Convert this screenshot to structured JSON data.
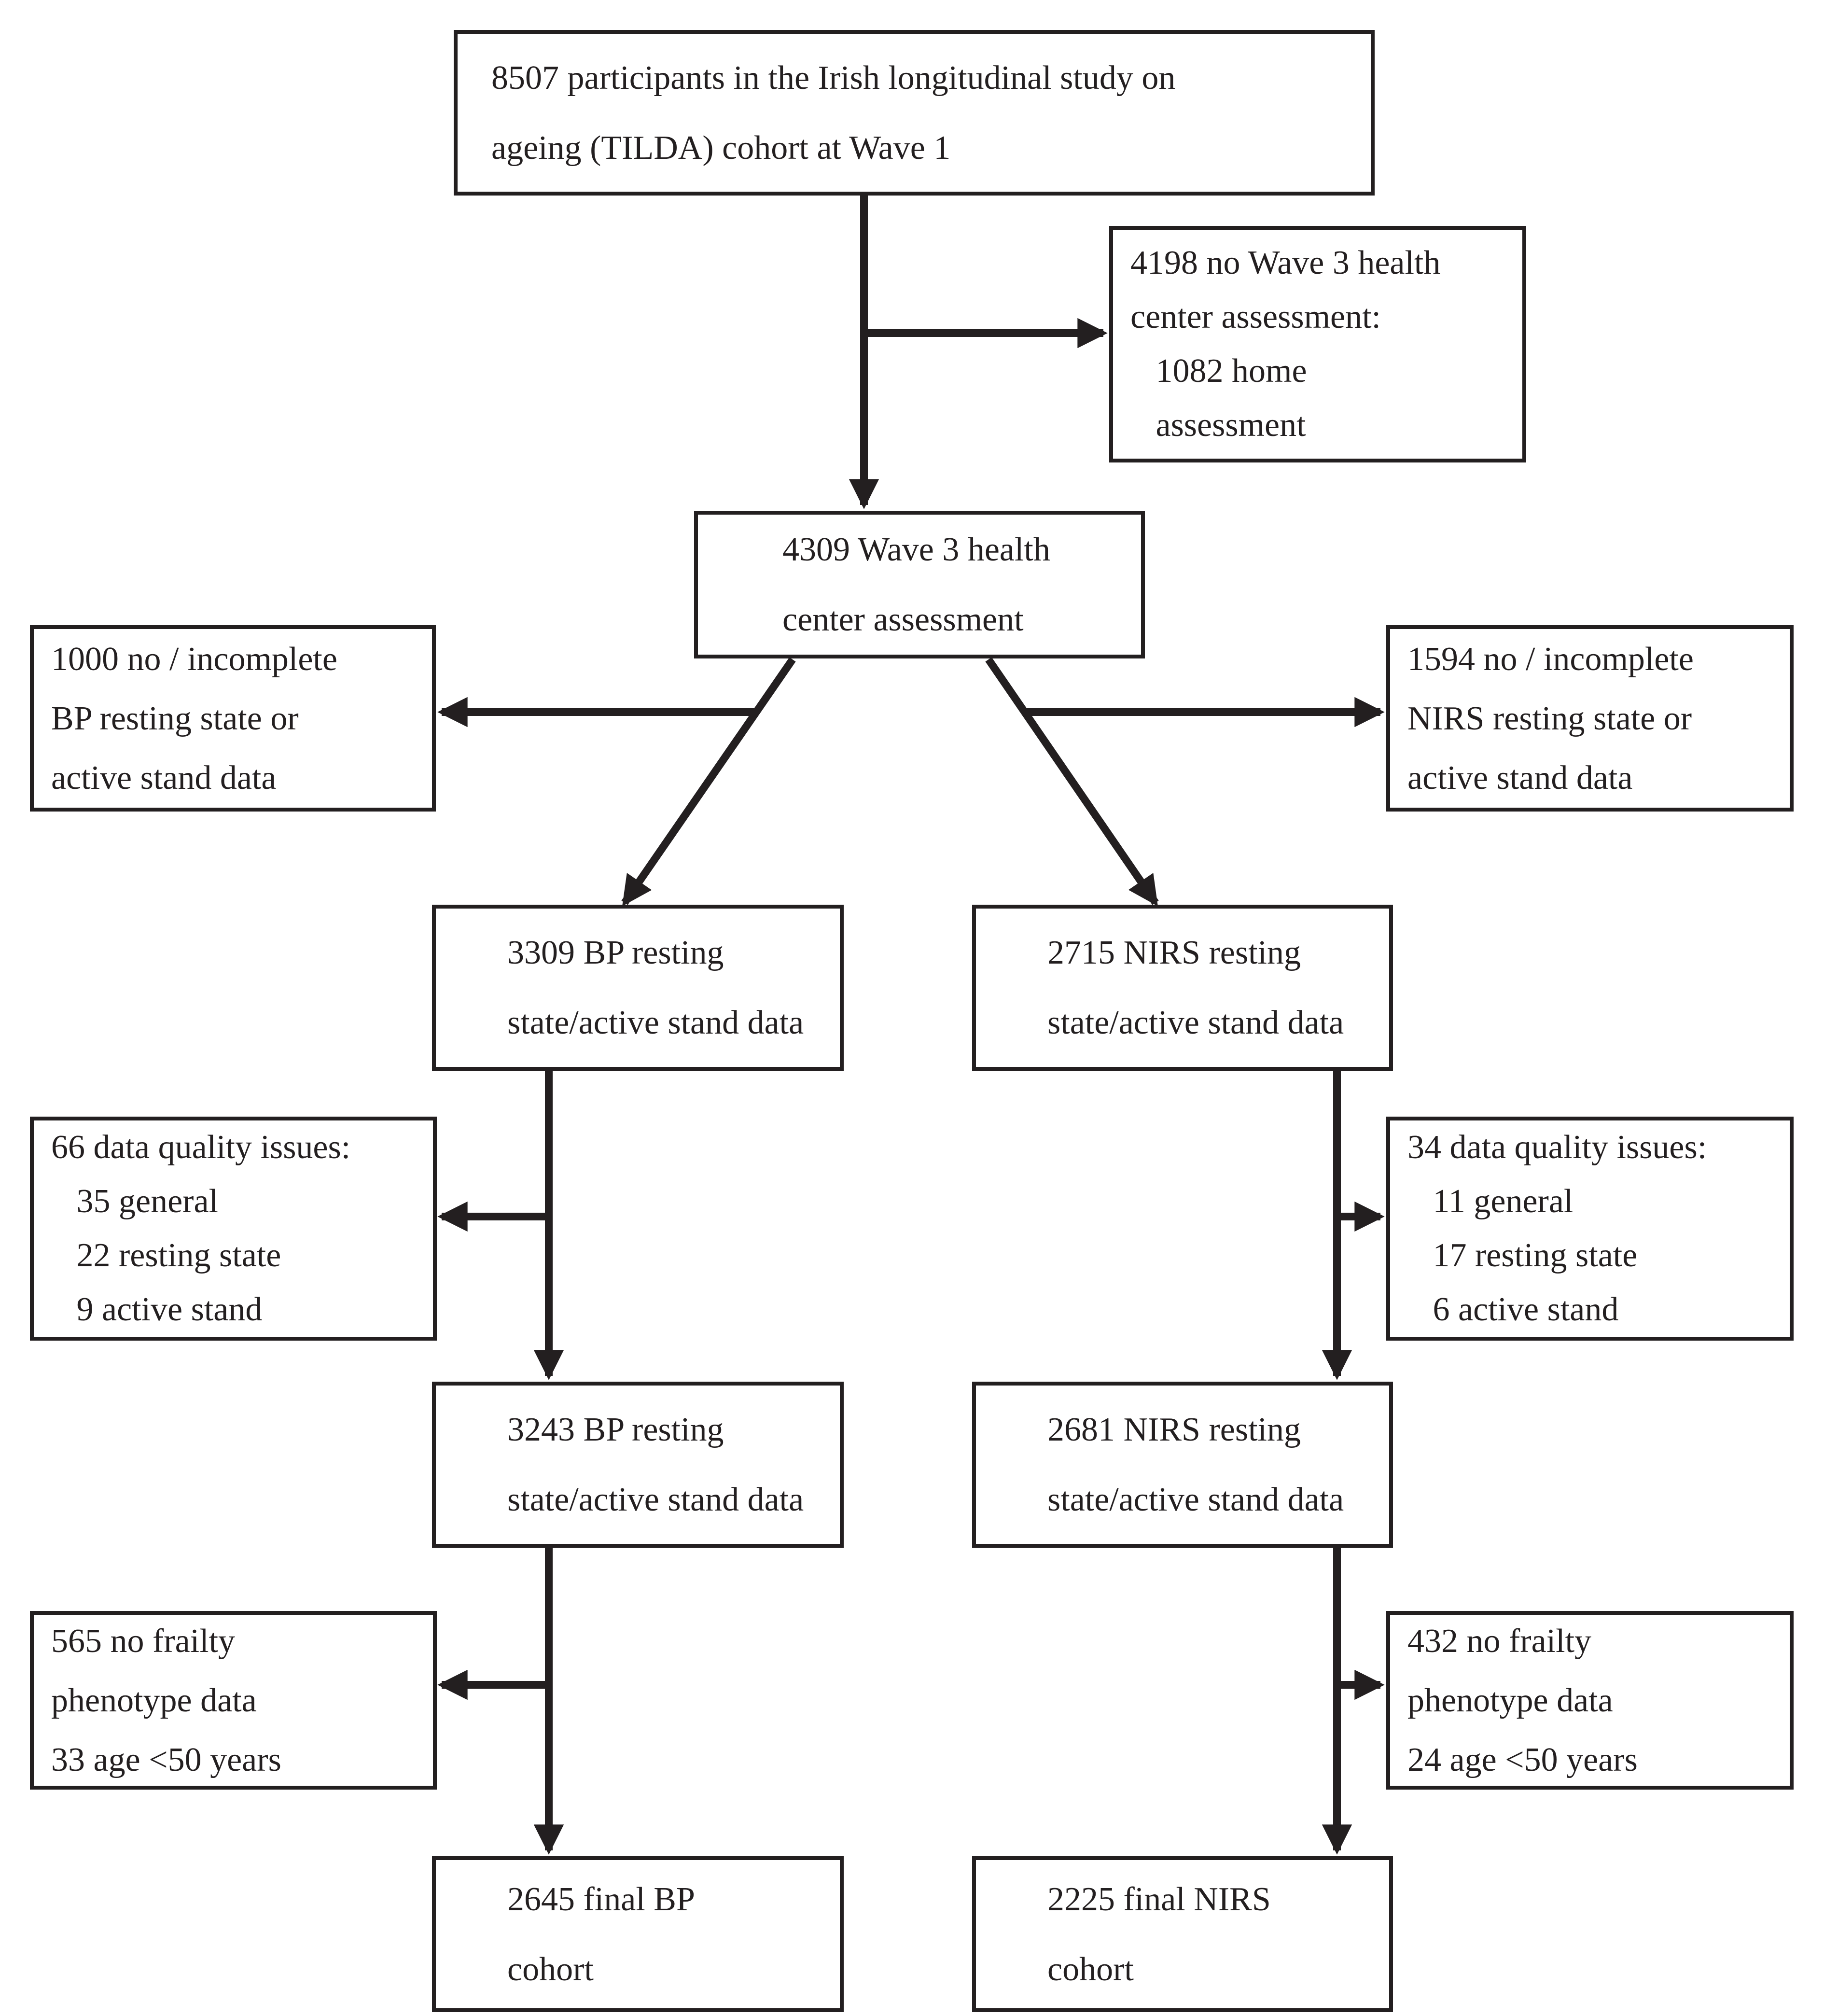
{
  "figure": {
    "type": "participant-flow-diagram",
    "background_color": "#ffffff",
    "ink_color": "#231f20"
  },
  "nodes": {
    "tilda_wave1": {
      "lines": [
        "8507 participants in the Irish longitudinal study on",
        "ageing (TILDA) cohort at Wave 1"
      ]
    },
    "no_wave3": {
      "lines": [
        "4198 no Wave 3 health",
        "center assessment:",
        "   1082 home",
        "   assessment"
      ]
    },
    "wave3_hca": {
      "lines": [
        "4309 Wave 3 health",
        "center assessment"
      ]
    },
    "excl_bp_missing": {
      "lines": [
        "1000 no / incomplete",
        "BP resting state or",
        "active stand data"
      ]
    },
    "excl_nirs_missing": {
      "lines": [
        "1594 no / incomplete",
        "NIRS resting state or",
        "active stand data"
      ]
    },
    "bp_data": {
      "lines": [
        "3309 BP resting",
        "state/active stand data"
      ]
    },
    "nirs_data": {
      "lines": [
        "2715 NIRS resting",
        "state/active stand data"
      ]
    },
    "excl_bp_quality": {
      "lines": [
        "66 data quality issues:",
        "   35 general",
        "   22 resting state",
        "   9 active stand"
      ]
    },
    "excl_nirs_quality": {
      "lines": [
        "34 data quality issues:",
        "   11 general",
        "   17 resting state",
        "   6 active stand"
      ]
    },
    "bp_clean": {
      "lines": [
        "3243 BP resting",
        "state/active stand data"
      ]
    },
    "nirs_clean": {
      "lines": [
        "2681 NIRS resting",
        "state/active stand data"
      ]
    },
    "excl_bp_frailty": {
      "lines": [
        "565 no frailty",
        "phenotype data",
        "33 age <50 years"
      ]
    },
    "excl_nirs_frailty": {
      "lines": [
        "432 no frailty",
        "phenotype data",
        "24 age <50 years"
      ]
    },
    "bp_final": {
      "lines": [
        "2645 final BP",
        "cohort"
      ]
    },
    "nirs_final": {
      "lines": [
        "2225 final NIRS",
        "cohort"
      ]
    }
  }
}
